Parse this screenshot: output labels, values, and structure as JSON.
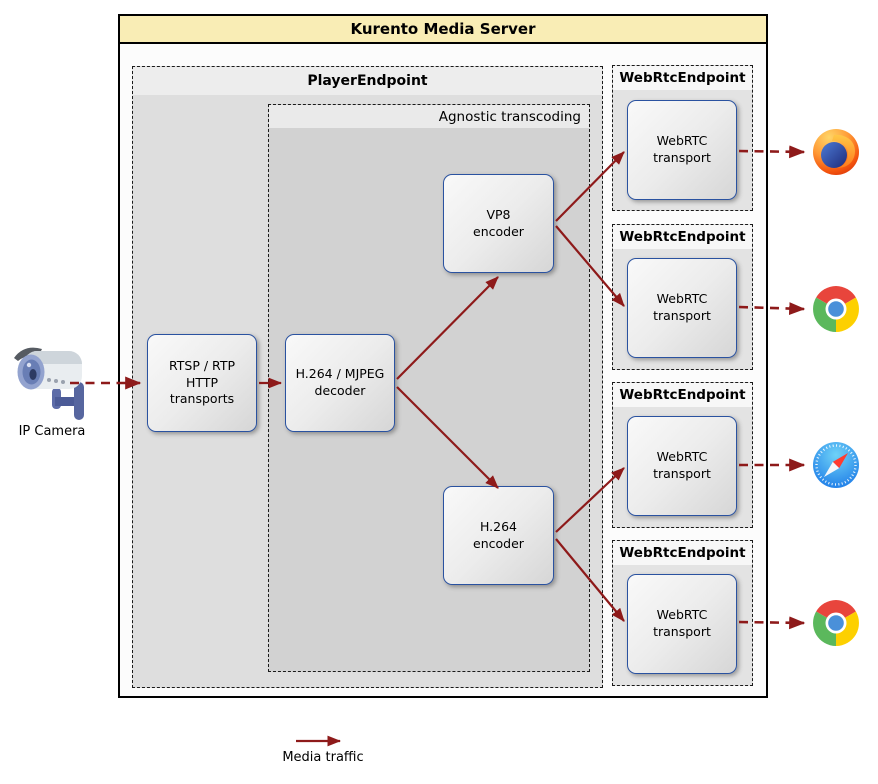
{
  "diagram": {
    "title": "Kurento Media Server",
    "player": {
      "label": "PlayerEndpoint"
    },
    "agnostic": {
      "label": "Agnostic transcoding"
    },
    "camera": {
      "label": "IP Camera"
    },
    "legend": {
      "label": "Media traffic"
    },
    "nodes": {
      "rtsp": {
        "label": "RTSP / RTP\nHTTP\ntransports"
      },
      "decoder": {
        "label": "H.264 / MJPEG\ndecoder"
      },
      "vp8": {
        "label": "VP8\nencoder"
      },
      "h264": {
        "label": "H.264\nencoder"
      }
    },
    "endpoints": [
      {
        "label": "WebRtcEndpoint",
        "transport": "WebRTC\ntransport",
        "browser": "firefox"
      },
      {
        "label": "WebRtcEndpoint",
        "transport": "WebRTC\ntransport",
        "browser": "chrome"
      },
      {
        "label": "WebRtcEndpoint",
        "transport": "WebRTC\ntransport",
        "browser": "safari"
      },
      {
        "label": "WebRtcEndpoint",
        "transport": "WebRTC\ntransport",
        "browser": "chrome"
      }
    ],
    "colors": {
      "arrow": "#8e1a1a",
      "title_bg": "#f9edb5",
      "node_border": "#2a52a0",
      "player_bg": "#dedede",
      "agnostic_bg": "#d2d2d2"
    }
  }
}
